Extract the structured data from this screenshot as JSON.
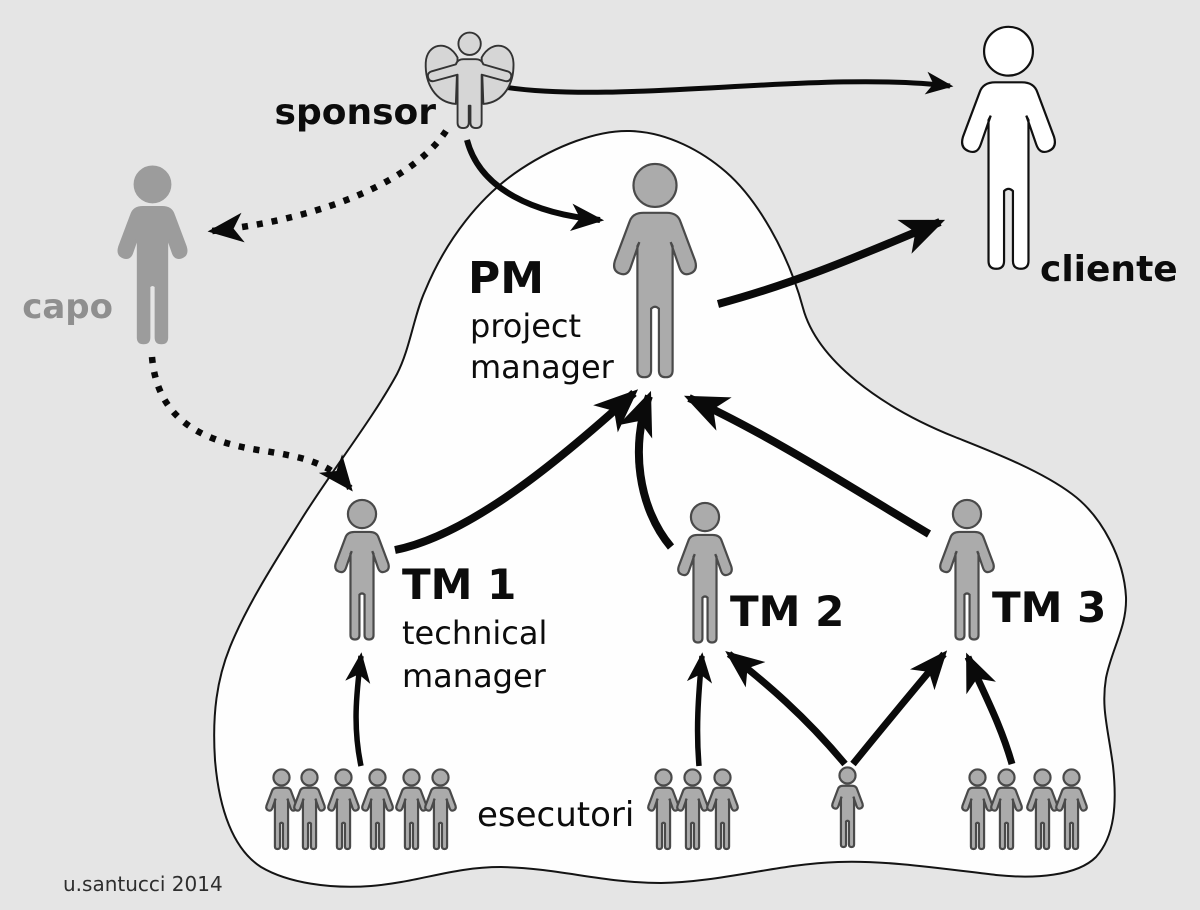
{
  "colors": {
    "background": "#e5e5e5",
    "blob_fill": "#fefefe",
    "blob_stroke": "#141414",
    "figure_fill": "#ababab",
    "figure_stroke": "#4a4a4a",
    "capo_fill": "#9c9c9c",
    "sponsor_fill": "#d6d6d6",
    "cliente_fill": "#ffffff",
    "cliente_stroke": "#101010",
    "arrow_black": "#0a0a0a",
    "capo_text": "#8f8f8f",
    "signature_text": "#2e2e2e",
    "label_black": "#0c0c0c"
  },
  "labels": {
    "sponsor": "sponsor",
    "capo": "capo",
    "cliente": "cliente",
    "pm_abbr": "PM",
    "pm_line1": "project",
    "pm_line2": "manager",
    "tm1_abbr": "TM 1",
    "tm1_line1": "technical",
    "tm1_line2": "manager",
    "tm2_abbr": "TM 2",
    "tm3_abbr": "TM 3",
    "esecutori": "esecutori",
    "signature": "u.santucci 2014"
  },
  "nodes": [
    {
      "id": "sponsor",
      "label": "sponsor",
      "figure": "winged-angel",
      "inside_project_blob": false
    },
    {
      "id": "capo",
      "label": "capo",
      "figure": "gray-person",
      "inside_project_blob": false
    },
    {
      "id": "cliente",
      "label": "cliente",
      "figure": "white-person",
      "inside_project_blob": false
    },
    {
      "id": "pm",
      "label": "PM project manager",
      "figure": "gray-person",
      "inside_project_blob": true
    },
    {
      "id": "tm1",
      "label": "TM 1 technical manager",
      "figure": "gray-person",
      "inside_project_blob": true
    },
    {
      "id": "tm2",
      "label": "TM 2",
      "figure": "gray-person",
      "inside_project_blob": true
    },
    {
      "id": "tm3",
      "label": "TM 3",
      "figure": "gray-person",
      "inside_project_blob": true
    },
    {
      "id": "esecutori",
      "label": "esecutori",
      "figure": "small-person-groups",
      "inside_project_blob": true
    }
  ],
  "esecutori_groups": [
    {
      "position": "left",
      "count": 6
    },
    {
      "position": "center",
      "count": 3
    },
    {
      "position": "center-right-single",
      "count": 1
    },
    {
      "position": "right",
      "count": 4
    }
  ],
  "relations": [
    {
      "from": "sponsor",
      "to": "cliente",
      "style": "solid"
    },
    {
      "from": "sponsor",
      "to": "pm",
      "style": "solid"
    },
    {
      "from": "sponsor",
      "to": "capo",
      "style": "dotted"
    },
    {
      "from": "capo",
      "to": "tm1",
      "style": "dotted"
    },
    {
      "from": "pm",
      "to": "cliente",
      "style": "solid-thick"
    },
    {
      "from": "tm1",
      "to": "pm",
      "style": "solid-thick"
    },
    {
      "from": "tm2",
      "to": "pm",
      "style": "solid-thick"
    },
    {
      "from": "tm3",
      "to": "pm",
      "style": "solid-thick"
    },
    {
      "from": "esecutori-group-left",
      "to": "tm1",
      "style": "solid"
    },
    {
      "from": "esecutori-group-center",
      "to": "tm2",
      "style": "solid"
    },
    {
      "from": "esecutori-single",
      "to": "tm2",
      "style": "solid"
    },
    {
      "from": "esecutori-single",
      "to": "tm3",
      "style": "solid"
    },
    {
      "from": "esecutori-group-right",
      "to": "tm3",
      "style": "solid"
    }
  ]
}
